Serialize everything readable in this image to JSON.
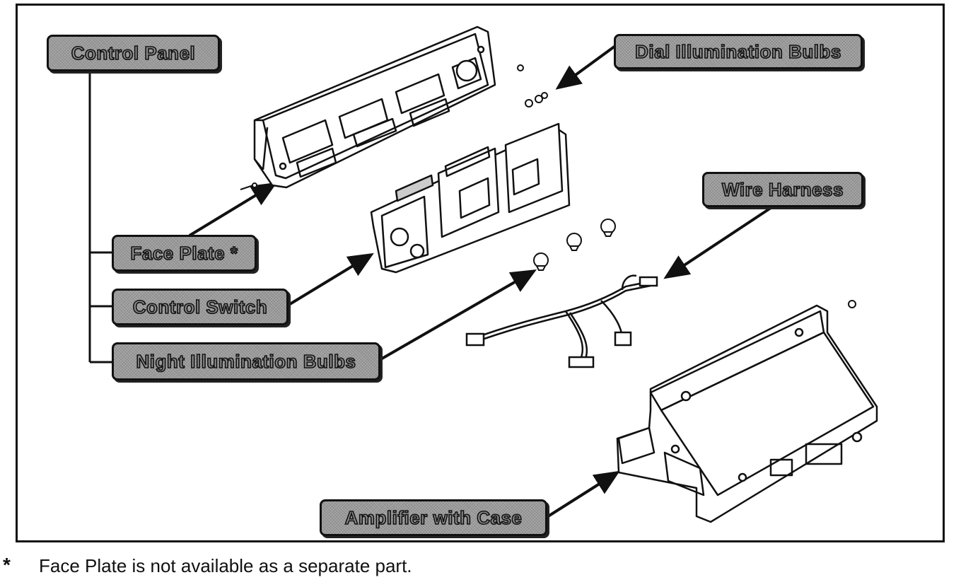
{
  "labels": {
    "control_panel": "Control Panel",
    "dial_illumination_bulbs": "Dial Illumination Bulbs",
    "face_plate": "Face Plate *",
    "control_switch": "Control Switch",
    "night_illumination_bulbs": "Night Illumination Bulbs",
    "wire_harness": "Wire Harness",
    "amplifier_with_case": "Amplifier with Case"
  },
  "footnote": {
    "marker": "*",
    "text": "Face Plate is not available as a separate part."
  },
  "colors": {
    "line": "#111111",
    "label_fill": "#9a9a9a",
    "background": "#ffffff"
  }
}
